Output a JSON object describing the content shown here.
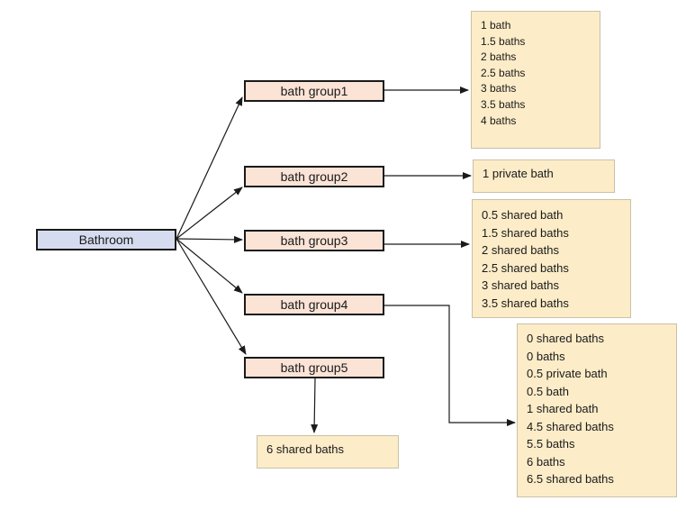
{
  "root": {
    "label": "Bathroom"
  },
  "groups": [
    {
      "label": "bath group1"
    },
    {
      "label": "bath group2"
    },
    {
      "label": "bath group3"
    },
    {
      "label": "bath group4"
    },
    {
      "label": "bath group5"
    }
  ],
  "lists": [
    {
      "items": [
        "1 bath",
        "1.5 baths",
        "2 baths",
        "2.5 baths",
        "3 baths",
        "3.5 baths",
        "4 baths"
      ]
    },
    {
      "items": [
        "1 private bath"
      ]
    },
    {
      "items": [
        "0.5 shared bath",
        "1.5 shared baths",
        "2 shared baths",
        "2.5 shared baths",
        "3 shared baths",
        "3.5 shared baths"
      ]
    },
    {
      "items": [
        "0 shared baths",
        "0 baths",
        "0.5 private bath",
        "0.5 bath",
        "1 shared bath",
        "4.5 shared baths",
        "5.5 baths",
        "6 baths",
        "6.5 shared baths"
      ]
    },
    {
      "items": [
        "6 shared baths"
      ]
    }
  ],
  "colors": {
    "root_fill": "#d6dcf0",
    "group_fill": "#fbe3d6",
    "list_fill": "#fcecc8",
    "line": "#1a1a1a"
  }
}
